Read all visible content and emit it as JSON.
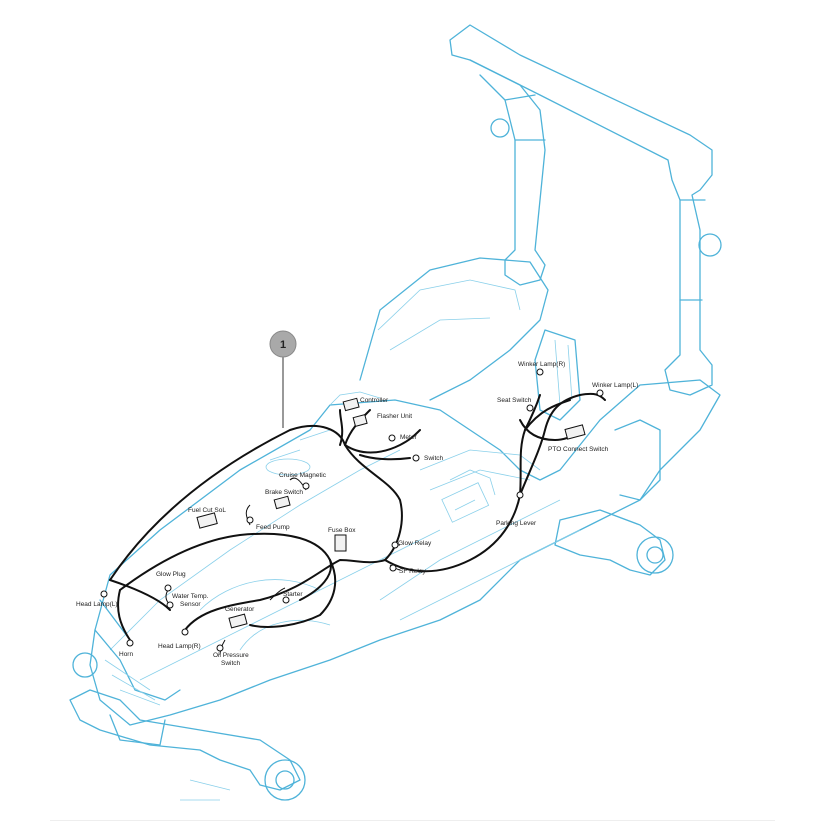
{
  "callout": {
    "number": "1"
  },
  "components": {
    "controller": "Controller",
    "flasher_unit": "Flasher Unit",
    "meter": "Meter",
    "switch": "Switch",
    "cruise_magnetic": "Cruise Magnetic",
    "brake_switch": "Brake Switch",
    "fuel_cut_sol": "Fuel Cut SoL",
    "feed_pump": "Feed Pump",
    "fuse_box": "Fuse Box",
    "glow_relay": "Glow Relay",
    "sf_relay": "SF Relay",
    "glow_plug": "Glow Plug",
    "water_temp_sensor_1": "Water Temp.",
    "water_temp_sensor_2": "Sensor",
    "head_lamp_l": "Head Lamp(L)",
    "head_lamp_r": "Head Lamp(R)",
    "horn": "Horn",
    "generator": "Generator",
    "starter": "Starter",
    "oil_pressure_switch_1": "Oil Pressure",
    "oil_pressure_switch_2": "Switch",
    "winker_lamp_r": "Winker Lamp(R)",
    "winker_lamp_l": "Winker Lamp(L)",
    "seat_switch": "Seat Switch",
    "pto_connect_switch": "PTO Connect Switch",
    "parking_lever": "Parking Lever"
  },
  "colors": {
    "frame": "#4fb3d9",
    "harness": "#111111",
    "callout_fill": "#a9a9a9"
  }
}
